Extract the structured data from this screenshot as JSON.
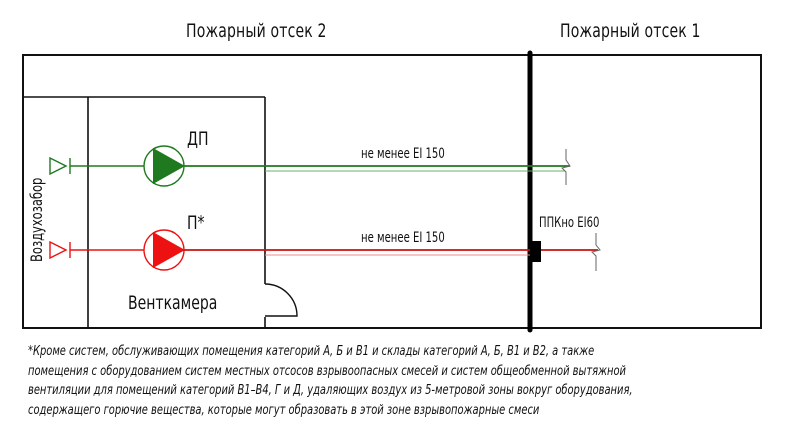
{
  "header": {
    "compartment_left": "Пожарный отсек 2",
    "compartment_right": "Пожарный отсек 1"
  },
  "diagram": {
    "air_intake_label": "Воздухозабор",
    "room_label": "Венткамера",
    "systems": [
      {
        "id": "dp",
        "label": "ДП",
        "color": "#1f7a1f",
        "duct_label": "не менее EI 150"
      },
      {
        "id": "p",
        "label": "П*",
        "color": "#ee1111",
        "duct_label": "не менее EI 150"
      }
    ],
    "damper_label": "ППКно EI60",
    "colors": {
      "green": "#1f7a1f",
      "red": "#ee1111",
      "wall": "#000000"
    }
  },
  "footnote": {
    "lines": [
      "*Кроме систем, обслуживающих помещения категорий А, Б и В1 и склады категорий А, Б, В1 и В2, а также",
      "помещения с оборудованием систем местных отсосов взрывоопасных смесей и систем общеобменной вытяжной",
      "вентиляции для помещений категорий В1–В4, Г и Д, удаляющих воздух из 5-метровой зоны вокруг оборудования,",
      "содержащего горючие вещества, которые могут образовать в этой зоне взрывопожарные смеси"
    ]
  }
}
